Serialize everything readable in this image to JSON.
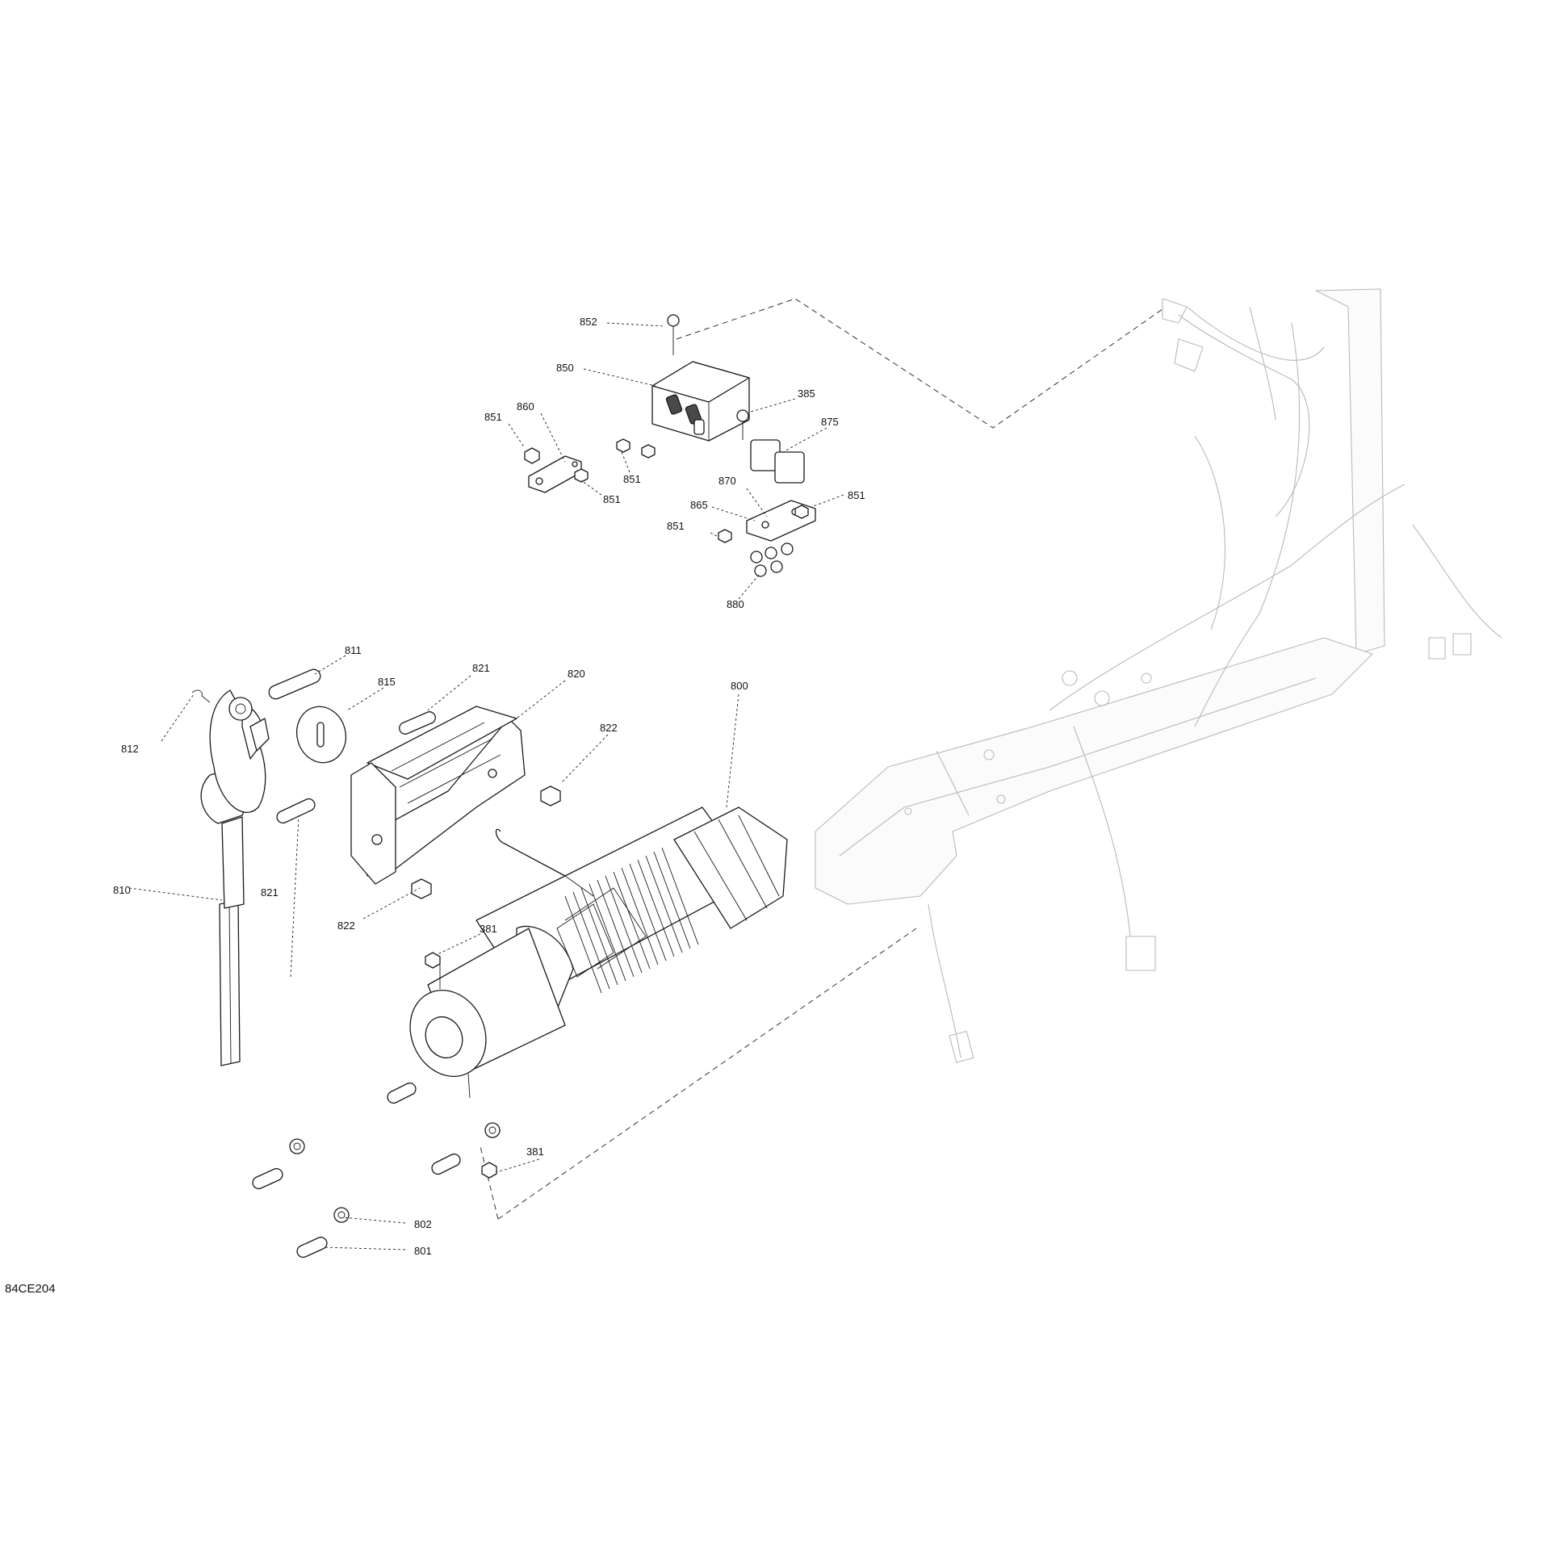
{
  "figure_code": "84CE204",
  "callouts": [
    {
      "id": "852",
      "text": "852"
    },
    {
      "id": "850",
      "text": "850"
    },
    {
      "id": "385",
      "text": "385"
    },
    {
      "id": "875",
      "text": "875"
    },
    {
      "id": "860",
      "text": "860"
    },
    {
      "id": "851a",
      "text": "851"
    },
    {
      "id": "851b",
      "text": "851"
    },
    {
      "id": "851c",
      "text": "851"
    },
    {
      "id": "851d",
      "text": "851"
    },
    {
      "id": "851e",
      "text": "851"
    },
    {
      "id": "870",
      "text": "870"
    },
    {
      "id": "865",
      "text": "865"
    },
    {
      "id": "880",
      "text": "880"
    },
    {
      "id": "811",
      "text": "811"
    },
    {
      "id": "815",
      "text": "815"
    },
    {
      "id": "821a",
      "text": "821"
    },
    {
      "id": "821b",
      "text": "821"
    },
    {
      "id": "820",
      "text": "820"
    },
    {
      "id": "822a",
      "text": "822"
    },
    {
      "id": "822b",
      "text": "822"
    },
    {
      "id": "800",
      "text": "800"
    },
    {
      "id": "812",
      "text": "812"
    },
    {
      "id": "810",
      "text": "810"
    },
    {
      "id": "381a",
      "text": "381"
    },
    {
      "id": "381b",
      "text": "381"
    },
    {
      "id": "802",
      "text": "802"
    },
    {
      "id": "801",
      "text": "801"
    }
  ]
}
